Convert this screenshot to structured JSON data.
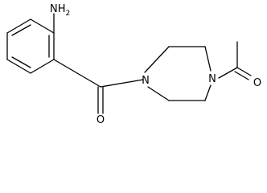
{
  "molecule": {
    "atoms": {
      "amine_n": "NH",
      "amine_sub": "2",
      "amide_o": "O",
      "pip_n1": "N",
      "pip_n4": "N",
      "acetyl_o": "O"
    }
  },
  "colors": {
    "bond": "#000000",
    "background": "#ffffff"
  }
}
